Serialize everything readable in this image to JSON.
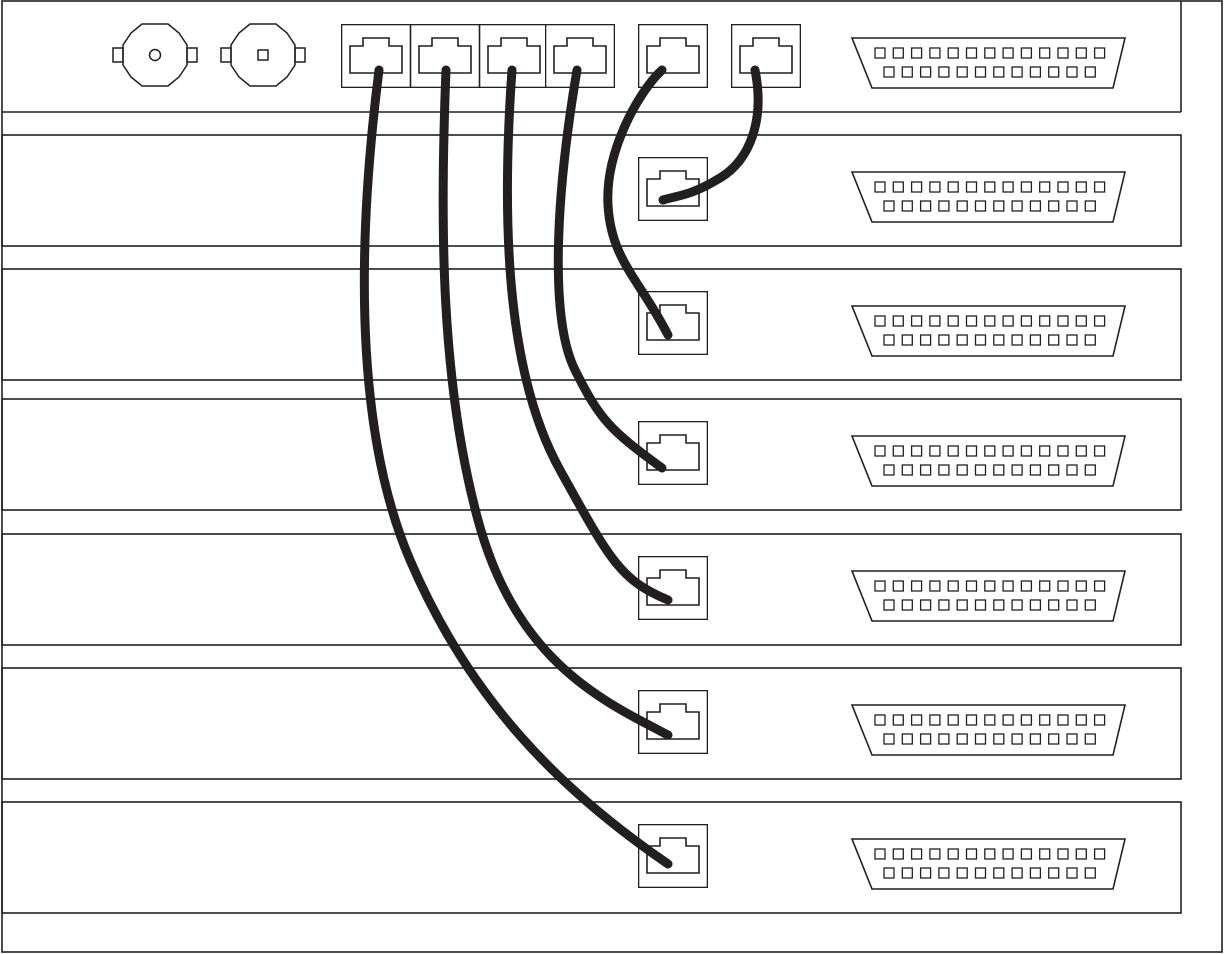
{
  "diagram": {
    "hub": {
      "bnc_connectors": [
        {
          "id": "bnc-left",
          "center_shape": "circle"
        },
        {
          "id": "bnc-right",
          "center_shape": "square"
        }
      ],
      "rj45_ports": 6,
      "db25_port": {
        "top_row_pins": 13,
        "bottom_row_pins": 12
      }
    },
    "devices": [
      {
        "id": "device-1",
        "rj45_ports": 1,
        "db25_pins": 25
      },
      {
        "id": "device-2",
        "rj45_ports": 1,
        "db25_pins": 25
      },
      {
        "id": "device-3",
        "rj45_ports": 1,
        "db25_pins": 25
      },
      {
        "id": "device-4",
        "rj45_ports": 1,
        "db25_pins": 25
      },
      {
        "id": "device-5",
        "rj45_ports": 1,
        "db25_pins": 25
      },
      {
        "id": "device-6",
        "rj45_ports": 1,
        "db25_pins": 25
      }
    ],
    "cables": [
      {
        "from": "hub-port-1",
        "to": "device-6"
      },
      {
        "from": "hub-port-2",
        "to": "device-5"
      },
      {
        "from": "hub-port-3",
        "to": "device-4"
      },
      {
        "from": "hub-port-4",
        "to": "device-3"
      },
      {
        "from": "hub-port-5",
        "to": "device-2"
      },
      {
        "from": "hub-port-6",
        "to": "device-1"
      }
    ],
    "colors": {
      "line": "#231f20",
      "cable": "#231f20",
      "background": "#ffffff"
    }
  }
}
